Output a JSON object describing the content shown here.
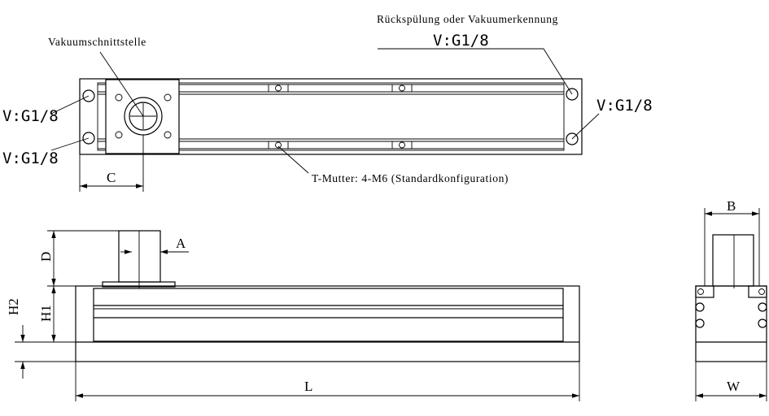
{
  "labels": {
    "vacuum_interface": "Vakuumschnittstelle",
    "backflush": "Rückspülung oder Vakuumerkennung",
    "port_top_right": "V:G1/8",
    "port_right": "V:G1/8",
    "port_left_top": "V:G1/8",
    "port_left_bottom": "V:G1/8",
    "t_nut": "T-Mutter: 4-M6 (Standardkonfiguration)"
  },
  "dimensions": {
    "c": "C",
    "a": "A",
    "d": "D",
    "h1": "H1",
    "h2": "H2",
    "l": "L",
    "b": "B",
    "w": "W"
  }
}
